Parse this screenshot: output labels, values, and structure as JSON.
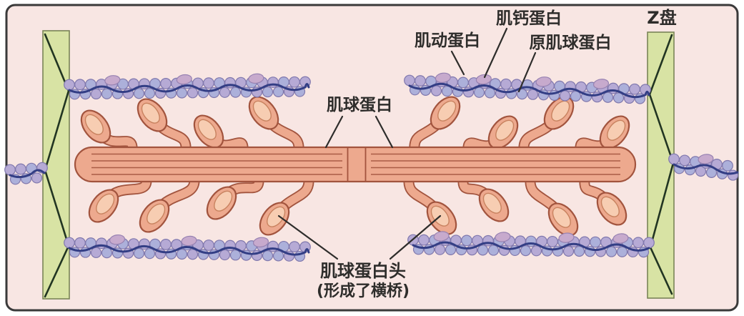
{
  "diagram": {
    "type": "muscle-sarcomere-filament-structure",
    "labels": {
      "actin": "肌动蛋白",
      "troponin": "肌钙蛋白",
      "tropomyosin": "原肌球蛋白",
      "z_disc": "Z盘",
      "myosin": "肌球蛋白",
      "myosin_head": "肌球蛋白头",
      "cross_bridge_note": "(形成了横桥)"
    },
    "colors": {
      "background": "#f8e6e3",
      "frame_border": "#3a3a3a",
      "z_disc_fill": "#d8e3a4",
      "z_disc_border": "#7a8457",
      "zigzag_line": "#223522",
      "actin_bead": "#b6aad5",
      "actin_bead_alt": "#acb0da",
      "actin_bead_border": "#8078ad",
      "tropomyosin_line": "#333e85",
      "troponin_bump": "#c7aacd",
      "troponin_border": "#9782b2",
      "myosin_fill": "#eda98e",
      "myosin_outline": "#a2543e",
      "myosin_head_inner": "#f7cdb2",
      "myosin_head_inner_border": "#c8825f",
      "label_text": "#2e2d2b"
    }
  }
}
